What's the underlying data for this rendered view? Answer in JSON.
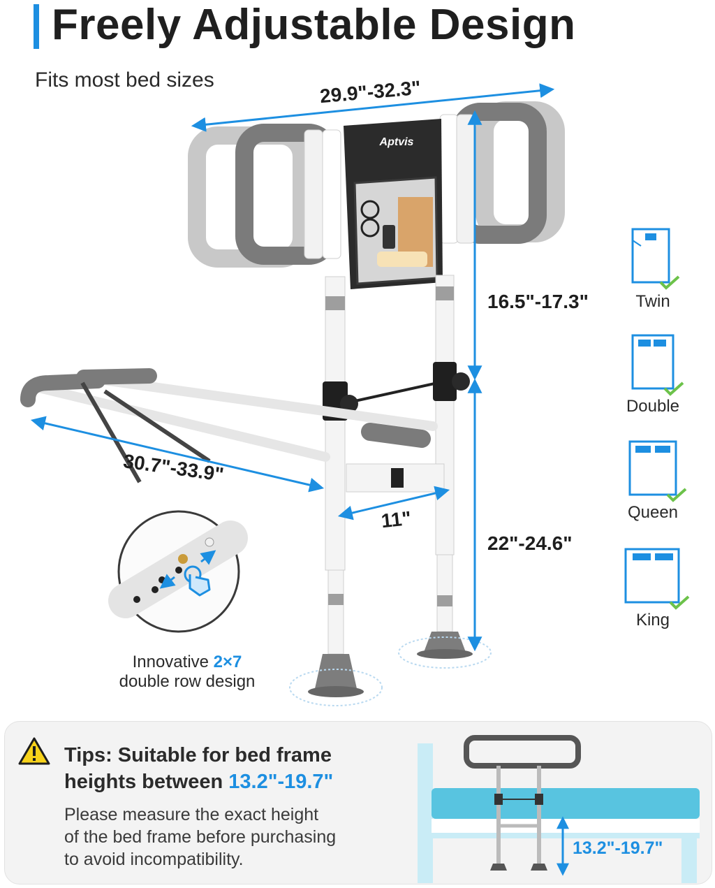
{
  "header": {
    "title": "Freely Adjustable Design",
    "subtitle": "Fits most bed sizes"
  },
  "dimensions": {
    "rail_width": "29.9\"-32.3\"",
    "upper_height": "16.5\"-17.3\"",
    "lower_height": "22\"-24.6\"",
    "base_length": "30.7\"-33.9\"",
    "foot_width": "11\""
  },
  "brand": "Aptvis",
  "bed_sizes": [
    {
      "label": "Twin"
    },
    {
      "label": "Double"
    },
    {
      "label": "Queen"
    },
    {
      "label": "King"
    }
  ],
  "feature": {
    "line1_prefix": "Innovative ",
    "line1_highlight": "2×7",
    "line2": "double row design"
  },
  "tips": {
    "heading_line1": "Tips: Suitable for bed frame",
    "heading_line2_prefix": "heights between ",
    "heading_line2_highlight": "13.2\"-19.7\"",
    "body_line1": "Please measure the exact height",
    "body_line2": "of the bed frame before purchasing",
    "body_line3": "to avoid incompatibility.",
    "bed_height": "13.2\"-19.7\""
  },
  "colors": {
    "accent": "#1d8fe1",
    "check": "#6cc24a",
    "bed_blue": "#58c4e0",
    "grip_gray": "#7b7b7b"
  },
  "icons": [
    "warning-icon",
    "check-icon",
    "tap-icon",
    "bed-icon"
  ]
}
